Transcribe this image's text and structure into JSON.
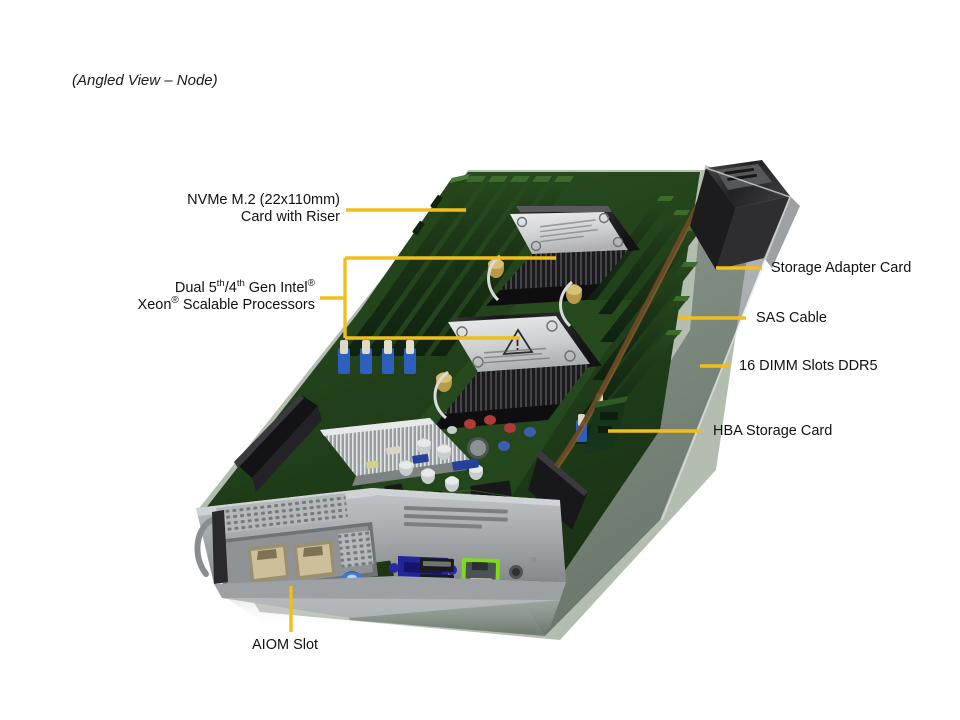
{
  "caption": "(Angled View – Node)",
  "colors": {
    "leader": "#F2BE1A",
    "leader_alt": "#E8B80C",
    "text": "#111111",
    "background": "#FFFFFF",
    "pcb_green": "#1d3b16",
    "pcb_green_light": "#2f5a22",
    "chassis_gray": "#a9acae",
    "chassis_gray_light": "#c7cacb",
    "chassis_gray_dark": "#7e8284",
    "heatsink_black": "#1b1b1c",
    "heatsink_silver": "#b9bcbe",
    "label_silver": "#d9dbdc",
    "vga_blue": "#2a2a9c",
    "lan_green": "#7ddd1a",
    "latch_blue": "#2c5fbe",
    "brass": "#b79a45",
    "aiom_port": "#cdbf9a"
  },
  "callouts": [
    {
      "id": "nvme",
      "name": "nvme-m2-card-label",
      "lines": [
        "NVMe M.2 (22x110mm)",
        "Card with Riser"
      ],
      "side": "left"
    },
    {
      "id": "cpu",
      "name": "cpu-processors-label",
      "lines": [
        "Dual 5th/4th Gen Intel®",
        "Xeon® Scalable Processors"
      ],
      "side": "left"
    },
    {
      "id": "storage_adapter",
      "name": "storage-adapter-card-label",
      "lines": [
        "Storage Adapter Card"
      ],
      "side": "right"
    },
    {
      "id": "sas_cable",
      "name": "sas-cable-label",
      "lines": [
        "SAS Cable"
      ],
      "side": "right"
    },
    {
      "id": "dimm",
      "name": "dimm-slots-label",
      "lines": [
        "16 DIMM Slots DDR5"
      ],
      "side": "right"
    },
    {
      "id": "hba",
      "name": "hba-storage-card-label",
      "lines": [
        "HBA Storage Card"
      ],
      "side": "right"
    },
    {
      "id": "aiom",
      "name": "aiom-slot-label",
      "lines": [
        "AIOM Slot"
      ],
      "side": "bottom"
    }
  ],
  "label_text": {
    "nvme_l1": "NVMe M.2 (22x110mm)",
    "nvme_l2": "Card with Riser",
    "cpu_l1_a": "Dual 5",
    "cpu_l1_sup1": "th",
    "cpu_l1_b": "/4",
    "cpu_l1_sup2": "th",
    "cpu_l1_c": " Gen Intel",
    "cpu_l1_reg": "®",
    "cpu_l2_a": "Xeon",
    "cpu_l2_reg": "®",
    "cpu_l2_b": " Scalable Processors",
    "storage_adapter": "Storage Adapter Card",
    "sas_cable": "SAS Cable",
    "dimm": "16 DIMM Slots DDR5",
    "hba": "HBA Storage Card",
    "aiom": "AIOM Slot"
  },
  "photo": {
    "subject": "server node, angled view",
    "components": [
      "NVMe M.2 card with riser",
      "Dual CPU heatsinks with warning labels",
      "16 DDR5 DIMM modules",
      "Storage adapter card",
      "SAS cable",
      "HBA storage card",
      "AIOM slot with dual RJ45 ports",
      "Rear I/O: VGA, 2x USB, RJ45 LAN"
    ]
  }
}
